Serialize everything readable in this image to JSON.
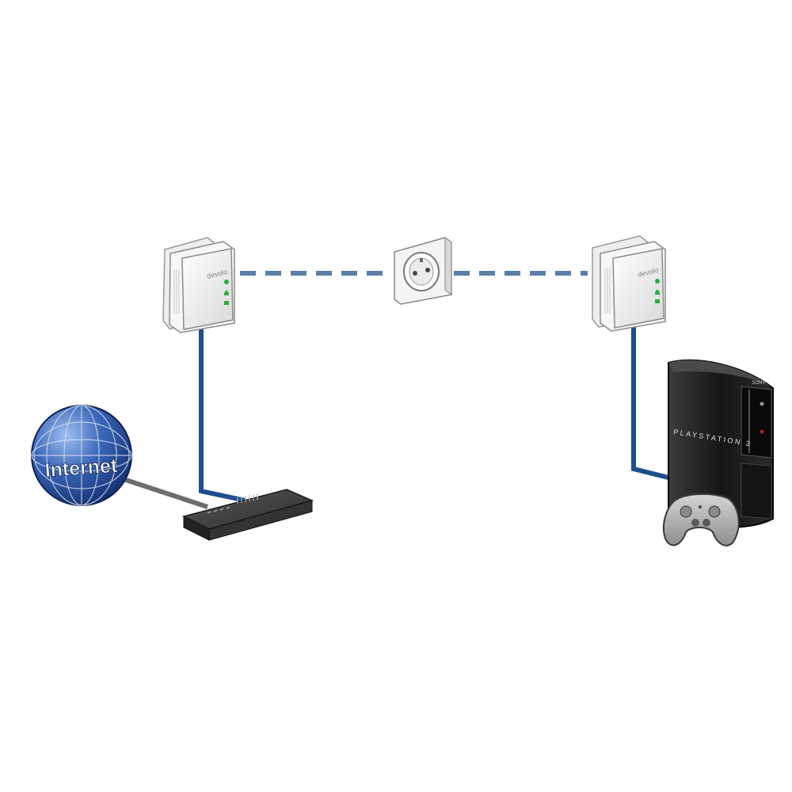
{
  "globe": {
    "label": "Internet"
  },
  "console": {
    "brand": "PLAYSTATION 3",
    "maker": "SONY"
  },
  "adapter": {
    "brand": "devolo"
  },
  "colors": {
    "ethernet_cable": "#1f4e8c",
    "powerline_dash": "#5b7fa6",
    "internet_cable": "#6d6d6d",
    "globe_fill": "#2f57a8",
    "globe_grid": "#cfdcf2",
    "led": "#2faa3f",
    "console_body": "#1c1c1c"
  }
}
